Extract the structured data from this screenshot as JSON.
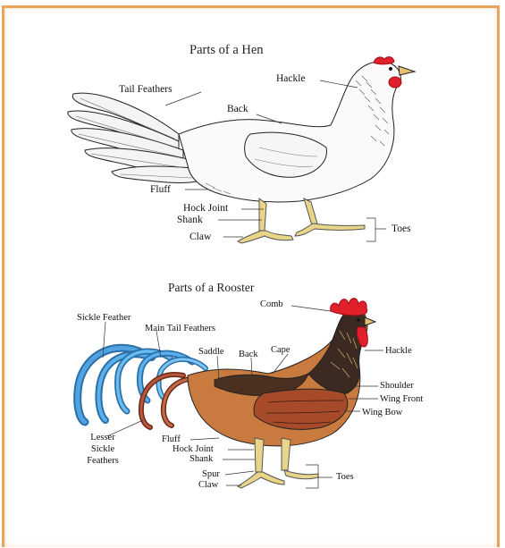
{
  "hen": {
    "title": "Parts of a Hen",
    "labels": {
      "hackle": "Hackle",
      "tail_feathers": "Tail Feathers",
      "back": "Back",
      "fluff": "Fluff",
      "hock_joint": "Hock Joint",
      "shank": "Shank",
      "claw": "Claw",
      "toes": "Toes"
    }
  },
  "rooster": {
    "title": "Parts of a Rooster",
    "labels": {
      "comb": "Comb",
      "sickle_feather": "Sickle Feather",
      "main_tail_feathers": "Main Tail Feathers",
      "saddle": "Saddle",
      "back": "Back",
      "cape": "Cape",
      "hackle": "Hackle",
      "shoulder": "Shoulder",
      "wing_front": "Wing Front",
      "wing_bow": "Wing Bow",
      "lesser_sickle_1": "Lesser",
      "lesser_sickle_2": "Sickle",
      "lesser_sickle_3": "Feathers",
      "fluff": "Fluff",
      "hock_joint": "Hock Joint",
      "shank": "Shank",
      "spur": "Spur",
      "claw": "Claw",
      "toes": "Toes"
    }
  },
  "colors": {
    "frame": "#e9a45c",
    "comb": "#e0202a",
    "sickle_blue": "#3a8fd0",
    "rooster_body": "#c97a3e",
    "rooster_dark": "#3a2a22"
  }
}
